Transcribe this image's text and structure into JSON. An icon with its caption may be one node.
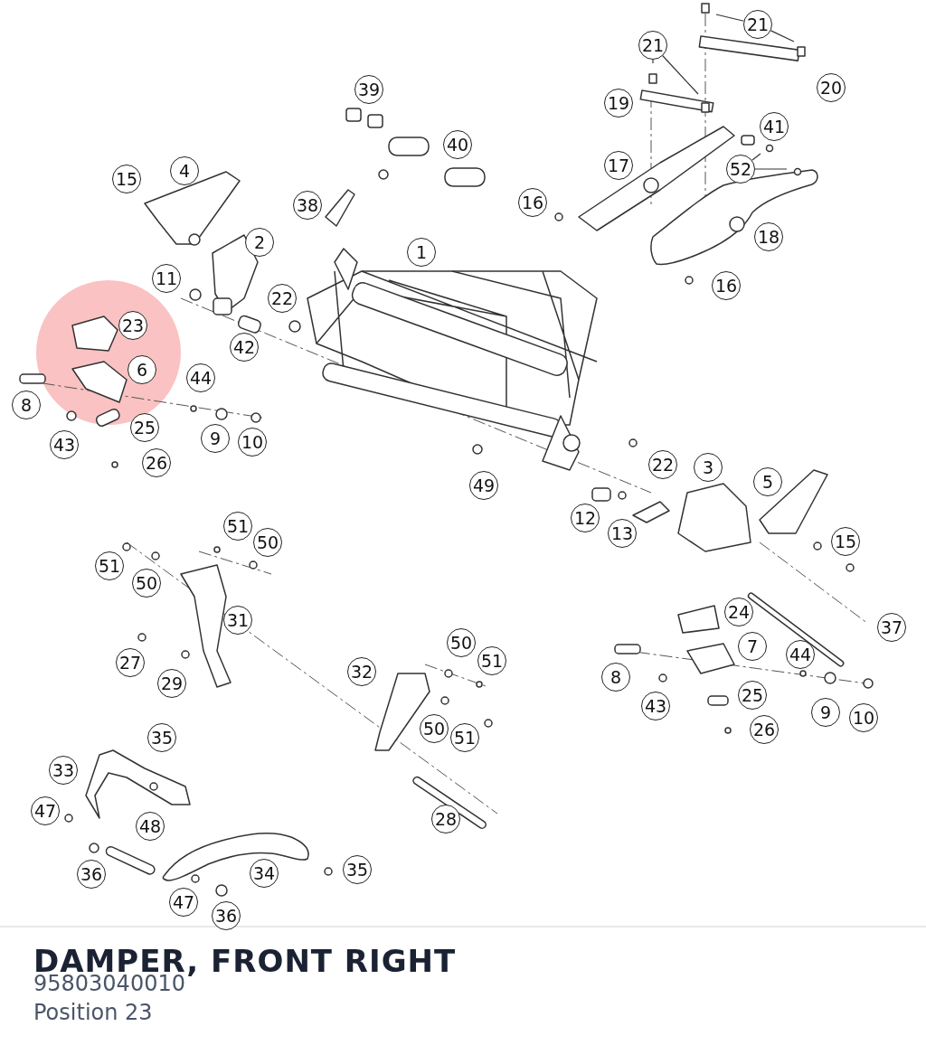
{
  "diagram": {
    "title": "DAMPER, FRONT RIGHT",
    "nodes": [
      {
        "text": [
          "21"
        ]
      },
      {
        "text": [
          "21"
        ]
      },
      {
        "text": [
          "39"
        ]
      },
      {
        "text": [
          "20"
        ]
      },
      {
        "text": [
          "19"
        ]
      },
      {
        "text": [
          "40"
        ]
      },
      {
        "text": [
          "41"
        ]
      },
      {
        "text": [
          "15"
        ]
      },
      {
        "text": [
          "4"
        ]
      },
      {
        "text": [
          "17"
        ]
      },
      {
        "text": [
          "52"
        ]
      },
      {
        "text": [
          "16"
        ]
      },
      {
        "text": [
          "38"
        ]
      },
      {
        "text": [
          "2"
        ]
      },
      {
        "text": [
          "18"
        ]
      },
      {
        "text": [
          "1"
        ]
      },
      {
        "text": [
          "11"
        ]
      },
      {
        "text": [
          "16"
        ]
      },
      {
        "text": [
          "22"
        ]
      },
      {
        "text": [
          "23"
        ]
      },
      {
        "text": [
          "42"
        ]
      },
      {
        "text": [
          "6"
        ]
      },
      {
        "text": [
          "44"
        ]
      },
      {
        "text": [
          "8"
        ]
      },
      {
        "text": [
          "25"
        ]
      },
      {
        "text": [
          "9"
        ]
      },
      {
        "text": [
          "10"
        ]
      },
      {
        "text": [
          "43"
        ]
      },
      {
        "text": [
          "26"
        ]
      },
      {
        "text": [
          "49"
        ]
      },
      {
        "text": [
          "22"
        ]
      },
      {
        "text": [
          "3"
        ]
      },
      {
        "text": [
          "5"
        ]
      },
      {
        "text": [
          "12"
        ]
      },
      {
        "text": [
          "13"
        ]
      },
      {
        "text": [
          "15"
        ]
      },
      {
        "text": [
          "51"
        ]
      },
      {
        "text": [
          "50"
        ]
      },
      {
        "text": [
          "51"
        ]
      },
      {
        "text": [
          "50"
        ]
      },
      {
        "text": [
          "31"
        ]
      },
      {
        "text": [
          "24"
        ]
      },
      {
        "text": [
          "37"
        ]
      },
      {
        "text": [
          "50"
        ]
      },
      {
        "text": [
          "51"
        ]
      },
      {
        "text": [
          "7"
        ]
      },
      {
        "text": [
          "44"
        ]
      },
      {
        "text": [
          "27"
        ]
      },
      {
        "text": [
          "29"
        ]
      },
      {
        "text": [
          "32"
        ]
      },
      {
        "text": [
          "8"
        ]
      },
      {
        "text": [
          "25"
        ]
      },
      {
        "text": [
          "43"
        ]
      },
      {
        "text": [
          "9"
        ]
      },
      {
        "text": [
          "10"
        ]
      },
      {
        "text": [
          "35"
        ]
      },
      {
        "text": [
          "50"
        ]
      },
      {
        "text": [
          "51"
        ]
      },
      {
        "text": [
          "26"
        ]
      },
      {
        "text": [
          "33"
        ]
      },
      {
        "text": [
          "47"
        ]
      },
      {
        "text": [
          "48"
        ]
      },
      {
        "text": [
          "28"
        ]
      },
      {
        "text": [
          "35"
        ]
      },
      {
        "text": [
          "36"
        ]
      },
      {
        "text": [
          "34"
        ]
      },
      {
        "text": [
          "47"
        ]
      },
      {
        "text": [
          "36"
        ]
      }
    ],
    "edges": [
      {
        "from": 0,
        "to": null,
        "arrow": "none"
      },
      {
        "from": 0,
        "to": null,
        "arrow": "none"
      },
      {
        "from": 1,
        "to": null,
        "arrow": "none"
      },
      {
        "from": 1,
        "to": null,
        "arrow": "none"
      },
      {
        "from": 10,
        "to": null,
        "arrow": "none"
      },
      {
        "from": 10,
        "to": null,
        "arrow": "none"
      }
    ],
    "labels": [
      "95803040010",
      "Position 23"
    ]
  }
}
